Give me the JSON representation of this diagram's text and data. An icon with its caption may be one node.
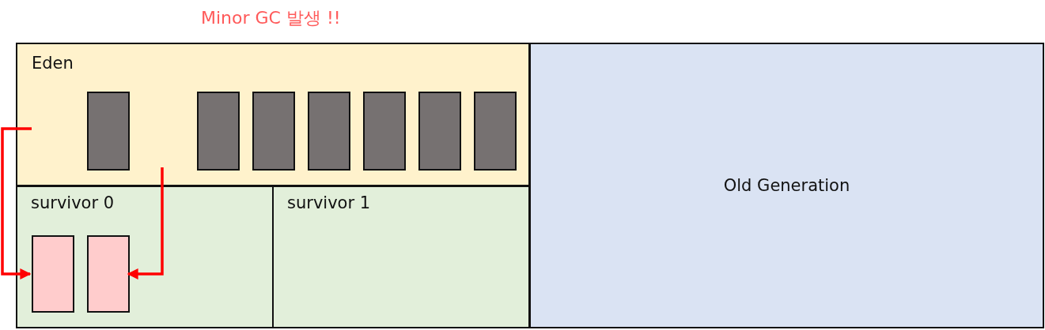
{
  "diagram": {
    "title": "Minor GC 발생 !!",
    "nodes": [
      {
        "text": [
          "Eden"
        ]
      },
      {
        "text": [],
        "shape": "box",
        "in": 0
      },
      {
        "text": [],
        "shape": "box",
        "in": 0
      },
      {
        "text": [],
        "shape": "box",
        "in": 0
      },
      {
        "text": [],
        "shape": "box",
        "in": 0
      },
      {
        "text": [],
        "shape": "box",
        "in": 0
      },
      {
        "text": [],
        "shape": "box",
        "in": 0
      },
      {
        "text": [],
        "shape": "box",
        "in": 0
      },
      {
        "text": [
          "survivor 0"
        ]
      },
      {
        "text": [],
        "shape": "box",
        "in": 8
      },
      {
        "text": [],
        "shape": "box",
        "in": 8
      },
      {
        "text": [
          "survivor 1"
        ]
      },
      {
        "text": [
          "Old Generation"
        ]
      }
    ],
    "edges": [
      {
        "from": null,
        "to": 9,
        "arrow": "to"
      },
      {
        "from": null,
        "to": 10,
        "arrow": "to"
      }
    ]
  }
}
